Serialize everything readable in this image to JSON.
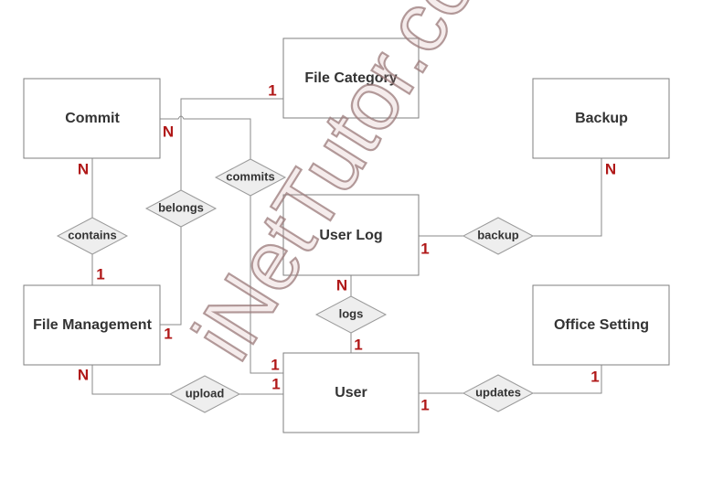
{
  "entities": {
    "commit": "Commit",
    "file_category": "File Category",
    "backup": "Backup",
    "user_log": "User Log",
    "file_management": "File Management",
    "office_setting": "Office Setting",
    "user": "User"
  },
  "relationships": {
    "contains": "contains",
    "belongs": "belongs",
    "commits": "commits",
    "backup": "backup",
    "logs": "logs",
    "upload": "upload",
    "updates": "updates"
  },
  "cardinalities": {
    "file_category_belongs": "1",
    "commit_commits": "N",
    "commit_contains": "N",
    "file_management_contains": "1",
    "file_management_belongs": "1",
    "file_management_upload": "N",
    "user_commits": "1",
    "user_upload": "1",
    "backup_backup": "N",
    "user_log_backup": "1",
    "user_log_logs": "N",
    "user_logs": "1",
    "office_setting_updates": "1",
    "user_updates": "1"
  },
  "watermark": "iNetTutor.com",
  "colors": {
    "cardinality": "#b01818",
    "relationship_fill": "#eeeeee",
    "line": "#8a8a8a"
  }
}
